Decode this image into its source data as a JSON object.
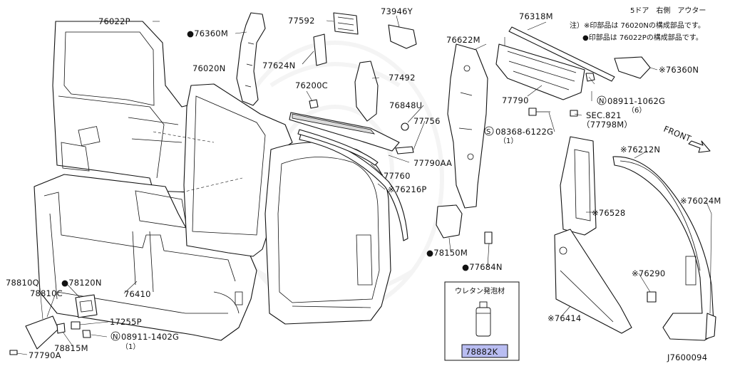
{
  "header": {
    "title": "5ドア　右側　アウター",
    "notes": [
      "注）※印部品は 76020Nの構成部品です。",
      "●印部品は 76022Pの構成部品です。"
    ]
  },
  "front_label": "FRONT",
  "diagram_id": "J7600094",
  "inset": {
    "title": "ウレタン発泡材",
    "part_code": "78882K"
  },
  "labels": {
    "p76022P": "76022P",
    "p76360M": "●76360M",
    "p77592": "77592",
    "p73946Y": "73946Y",
    "p76318M": "76318M",
    "p76360N": "※76360N",
    "p77624N": "77624N",
    "p77492": "77492",
    "p76622M": "76622M",
    "p76020N": "76020N",
    "p76200C": "76200C",
    "p76848U": "76848U",
    "p77756": "77756",
    "p77790": "77790",
    "p08911_1062G": "08911-1062G",
    "p08911_1062G_qty": "（6）",
    "sec821": "SEC.821",
    "sec821_sub": "（77798M）",
    "p08368_6122G": "08368-6122G",
    "p08368_6122G_qty": "（1）",
    "p77790AA": "77790AA",
    "p77760": "77760",
    "p76216P": "※76216P",
    "p76212N": "※76212N",
    "p76024M": "※76024M",
    "p76528": "※76528",
    "p78150M": "●78150M",
    "p77684N": "●77684N",
    "p76290": "※76290",
    "p76414": "※76414",
    "p78810Q": "78810Q",
    "p78120N": "●78120N",
    "p78810C": "78810C",
    "p76410": "76410",
    "p17255P": "17255P",
    "p78815M": "78815M",
    "p08911_1402G": "08911-1402G",
    "p08911_1402G_qty": "（1）",
    "p77790A": "77790A",
    "prefix_N": "N",
    "prefix_S": "S"
  }
}
